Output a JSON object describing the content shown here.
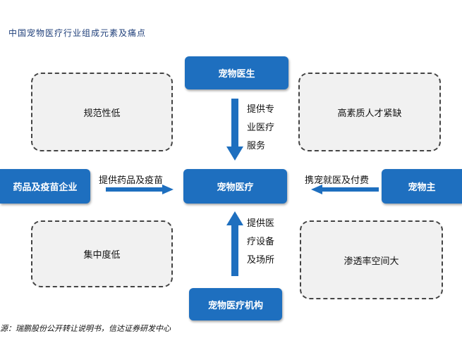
{
  "title": "中国宠物医疗行业组成元素及痛点",
  "nodes": {
    "top": "宠物医生",
    "center": "宠物医疗",
    "left": "药品及疫苗企业",
    "right": "宠物主",
    "bottom": "宠物医疗机构"
  },
  "pain_points": {
    "top_left": "规范性低",
    "top_right": "高素质人才紧缺",
    "bottom_left": "集中度低",
    "bottom_right": "渗透率空间大"
  },
  "flows": {
    "top": [
      "提供专",
      "业医疗",
      "服务"
    ],
    "left": "提供药品及疫苗",
    "right": "携宠就医及付费",
    "bottom": [
      "提供医",
      "疗设备",
      "及场所"
    ]
  },
  "colors": {
    "node": "#1e6fbf",
    "arrow": "#1e6fbf",
    "pain_bg": "#f1f1f1"
  },
  "source": "源：瑞鹏股份公开转让说明书，信达证券研发中心"
}
